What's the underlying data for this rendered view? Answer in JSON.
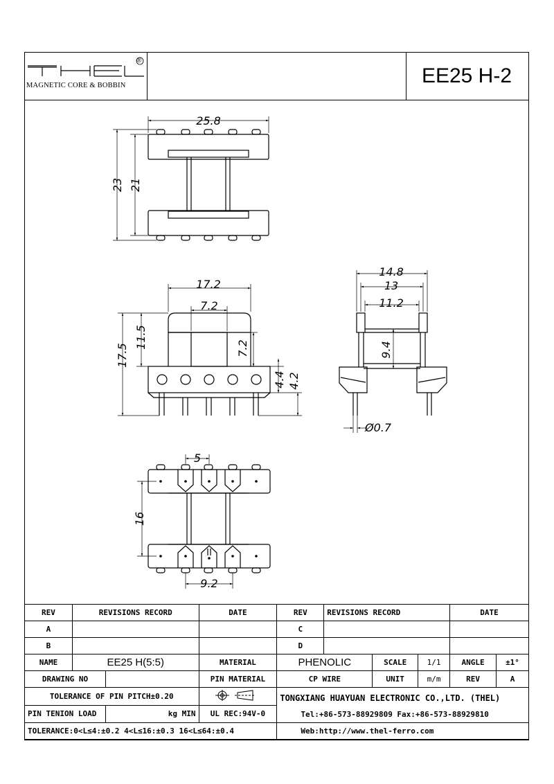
{
  "header": {
    "logo_letters": "THEL",
    "logo_registered": "®",
    "logo_subtitle": "MAGNETIC CORE & BOBBIN",
    "part_title": "EE25 H-2"
  },
  "dimensions": {
    "top_width": "25.8",
    "top_height_outer": "23",
    "top_height_inner": "21",
    "front_width": "17.2",
    "front_core_width": "7.2",
    "front_height_total": "17.5",
    "front_height_flange": "11.5",
    "front_window": "7.2",
    "front_base": "4.4",
    "front_pin_length": "4.2",
    "side_width_outer": "14.8",
    "side_width_mid": "13",
    "side_width_inner": "11.2",
    "side_height": "9.4",
    "pin_diameter": "Ø0.7",
    "bottom_pitch": "5",
    "bottom_row_spacing": "16",
    "bottom_span": "9.2"
  },
  "title_block": {
    "rev_head": "REV",
    "revisions_record_head": "REVISIONS RECORD",
    "date_head": "DATE",
    "rev_a": "A",
    "rev_b": "B",
    "rev_c": "C",
    "rev_d": "D",
    "name_label": "NAME",
    "name_value": "EE25 H(5:5)",
    "material_label": "MATERIAL",
    "material_value": "PHENOLIC",
    "scale_label": "SCALE",
    "scale_value": "1/1",
    "angle_label": "ANGLE",
    "angle_value": "±1°",
    "drawing_no_label": "DRAWING NO",
    "pin_material_label": "PIN MATERIAL",
    "cp_wire": "CP WIRE",
    "unit_label": "UNIT",
    "unit_value": "m/m",
    "rev_label": "REV",
    "rev_value": "A",
    "tolerance_pitch": "TOLERANCE OF PIN PITCH±0.20",
    "company": "TONGXIANG HUAYUAN ELECTRONIC CO.,LTD. (THEL)",
    "pin_tension_label": "PIN TENION LOAD",
    "pin_tension_unit": "kg MIN",
    "ul_rec": "UL REC:94V-0",
    "tel_fax": "Tel:+86-573-88929809 Fax:+86-573-88929810",
    "tolerance_general": "TOLERANCE:0<L≤4:±0.2  4<L≤16:±0.3  16<L≤64:±0.4",
    "web": "Web:http://www.thel-ferro.com"
  }
}
